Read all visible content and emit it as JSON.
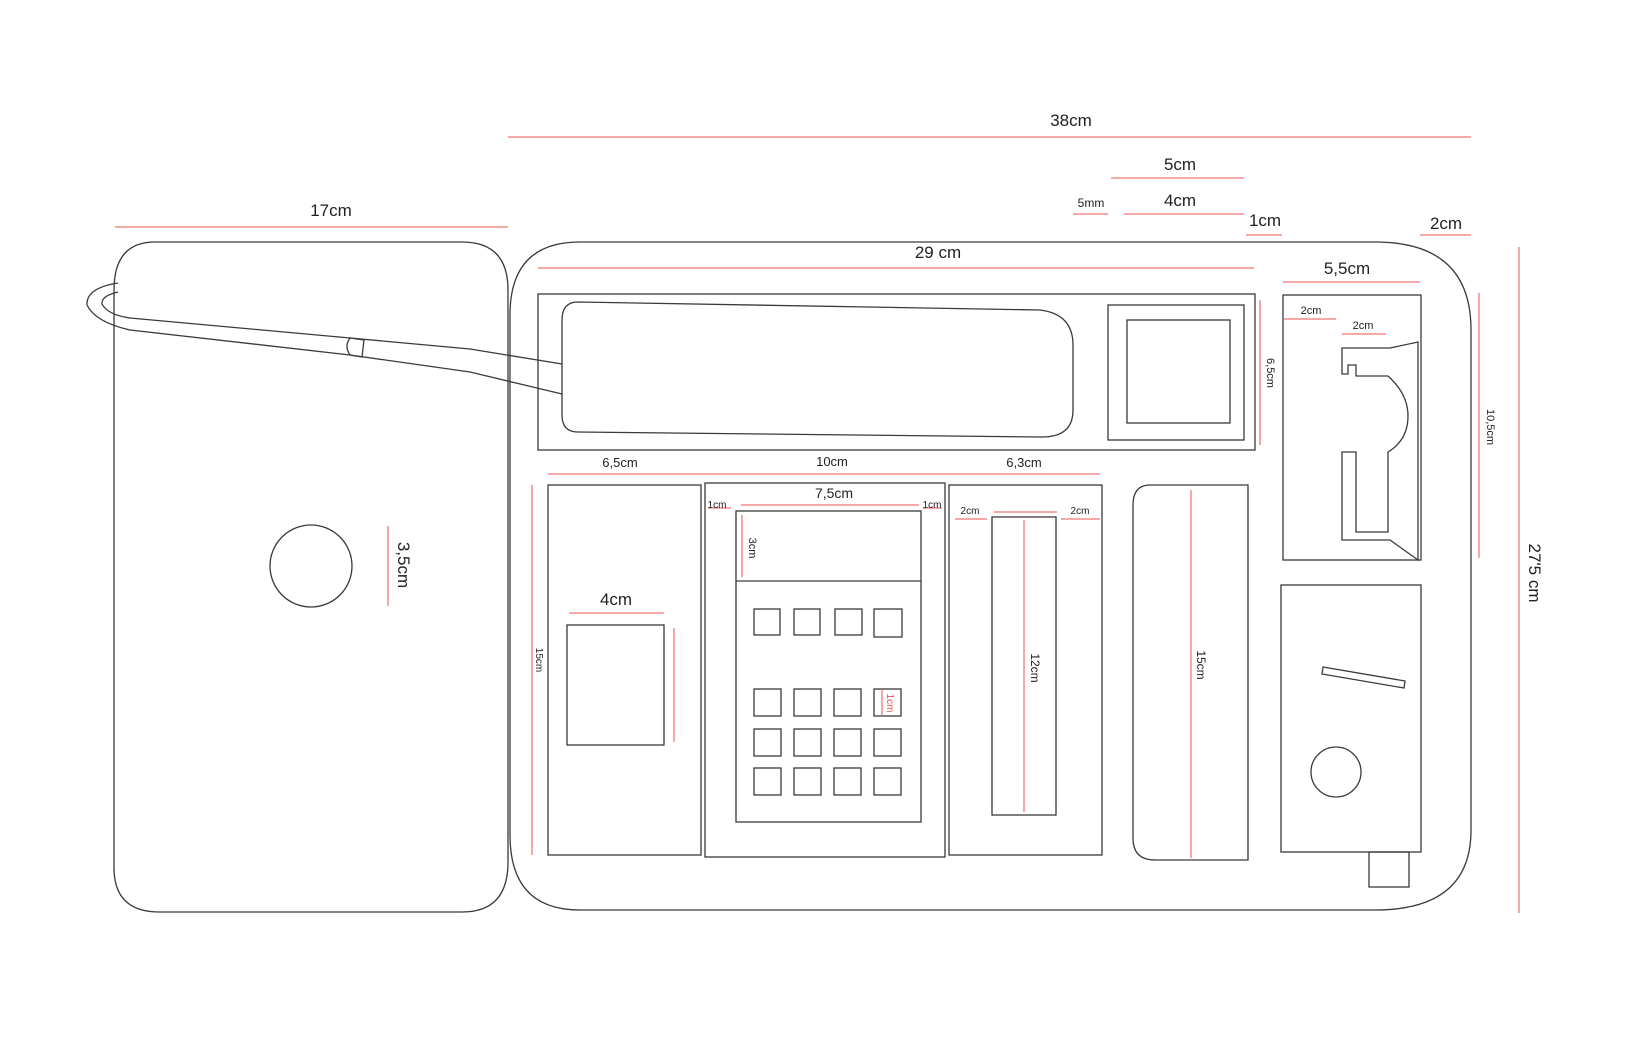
{
  "dimensions": {
    "overall_width": "38cm",
    "handset_cradle": "5cm",
    "gap_small": "5mm",
    "keypad_key": "4cm",
    "margin_1cm_top": "1cm",
    "margin_2cm_right": "2cm",
    "base_left_width": "17cm",
    "handset_slot_width": "29 cm",
    "right_module_width": "5,5cm",
    "right_slot_a": "2cm",
    "right_slot_b": "2cm",
    "handset_slot_height": "6,5cm",
    "right_module_height": "10,5cm",
    "overall_depth": "27'5 cm",
    "col1_width": "6,5cm",
    "col2_width": "10cm",
    "col3_width": "6,3cm",
    "keypad_width": "7,5cm",
    "keypad_margin_left": "1cm",
    "keypad_margin_right": "1cm",
    "display_height": "3cm",
    "key_size": "1cm",
    "slot_margin_left": "2cm",
    "slot_margin_right": "2cm",
    "screen_width": "4cm",
    "col_height": "15cm",
    "slot_height": "12cm",
    "tray_height": "15cm",
    "button_diameter": "3,5cm"
  }
}
